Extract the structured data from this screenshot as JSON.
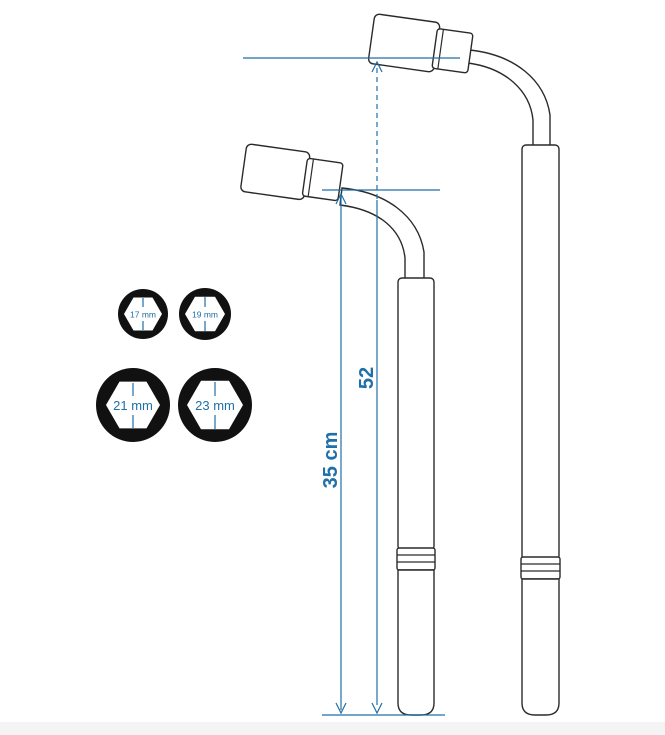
{
  "dimensions": {
    "short_length_label": "35 cm",
    "long_length_label": "52"
  },
  "sockets": [
    {
      "label": "17 mm"
    },
    {
      "label": "19 mm"
    },
    {
      "label": "21 mm"
    },
    {
      "label": "23 mm"
    }
  ],
  "colors": {
    "dimension": "#1f6fa8",
    "outline": "#2a2a2a",
    "socket_ring": "#111111"
  }
}
